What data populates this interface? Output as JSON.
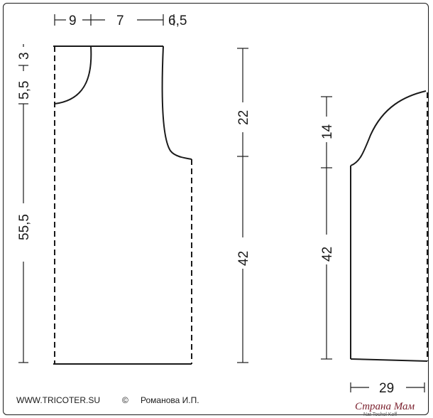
{
  "colors": {
    "line": "#1a1a1a",
    "watermark": "#7a1f2c"
  },
  "back_piece": {
    "width_labels": [
      "9",
      "7",
      "6,5"
    ],
    "height_labels_left": [
      "3",
      "5,5",
      "55,5"
    ],
    "height_labels_right": [
      "22",
      "42"
    ]
  },
  "sleeve": {
    "height_labels": [
      "14",
      "42"
    ],
    "width_label": "29"
  },
  "footer": {
    "site": "WWW.TRICOTER.SU",
    "copyright_symbol": "©",
    "author": "Романова И.П."
  },
  "watermark": {
    "logo": "Страна Мам",
    "small": "Nat Tochol Koff"
  }
}
